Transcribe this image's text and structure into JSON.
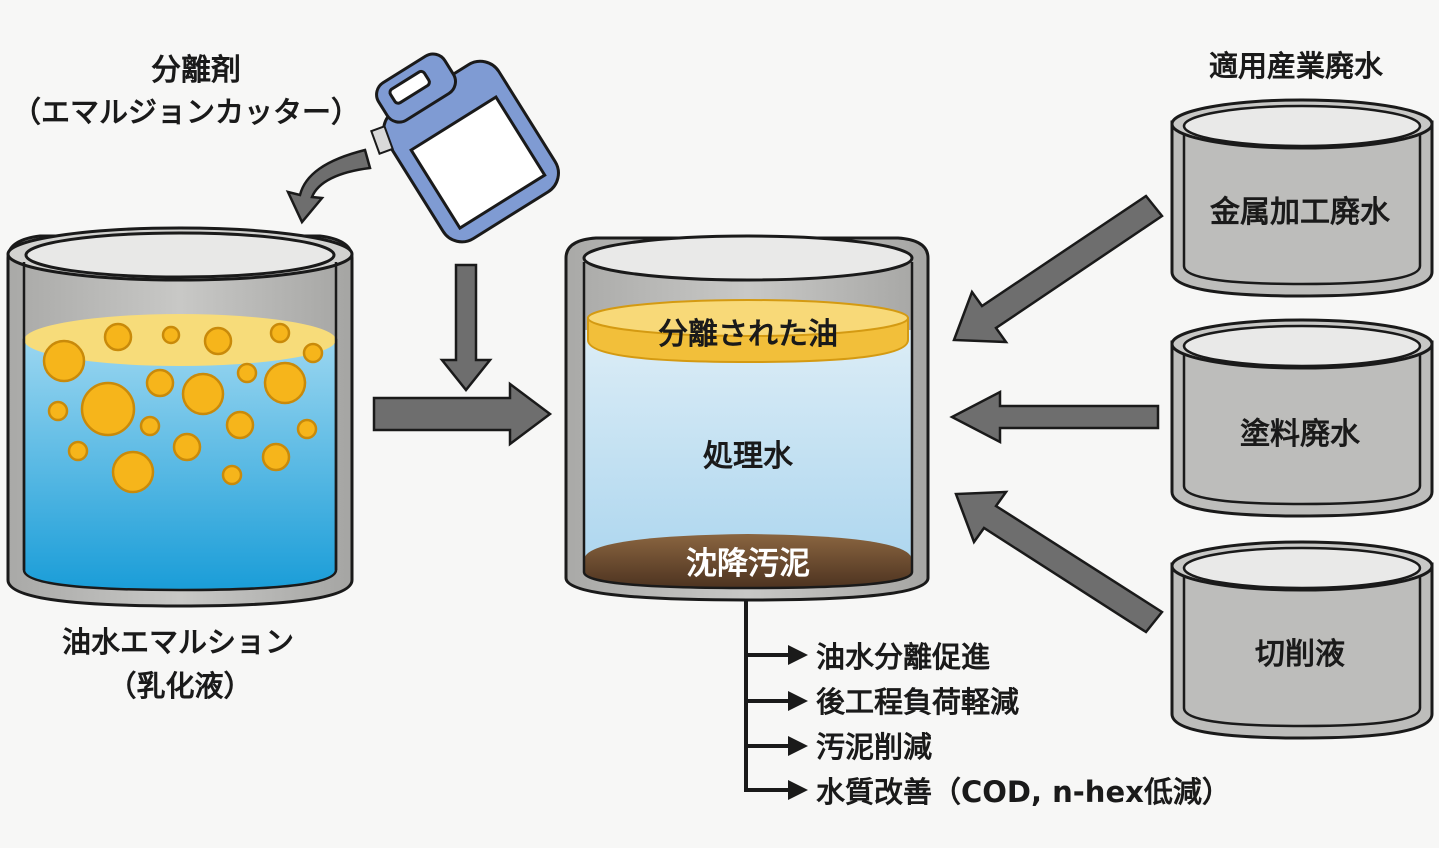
{
  "separator_agent": {
    "title": "分離剤",
    "subtitle": "（エマルジョンカッター）"
  },
  "emulsion_tank": {
    "label_line1": "油水エマルション",
    "label_line2": "（乳化液）"
  },
  "treatment_tank": {
    "oil_layer": "分離された油",
    "water_layer": "処理水",
    "sludge_layer": "沈降汚泥"
  },
  "industries": {
    "title": "適用産業廃水",
    "items": [
      {
        "label": "金属加工廃水"
      },
      {
        "label": "塗料廃水"
      },
      {
        "label": "切削液"
      }
    ]
  },
  "benefits": [
    {
      "label": "油水分離促進"
    },
    {
      "label": "後工程負荷軽減"
    },
    {
      "label": "汚泥削減"
    },
    {
      "label": "水質改善（COD, n-hex低減）"
    }
  ],
  "colors": {
    "water_top": "#8fd0ee",
    "water_bottom": "#1fa0d8",
    "oil": "#f7b51c",
    "oil_layer": "#f6d56a",
    "sludge": "#6b4a2e",
    "tank_gray": "#b9b9b7",
    "arrow_gray": "#6e6e6e",
    "jug_blue": "#7f9bd3"
  }
}
